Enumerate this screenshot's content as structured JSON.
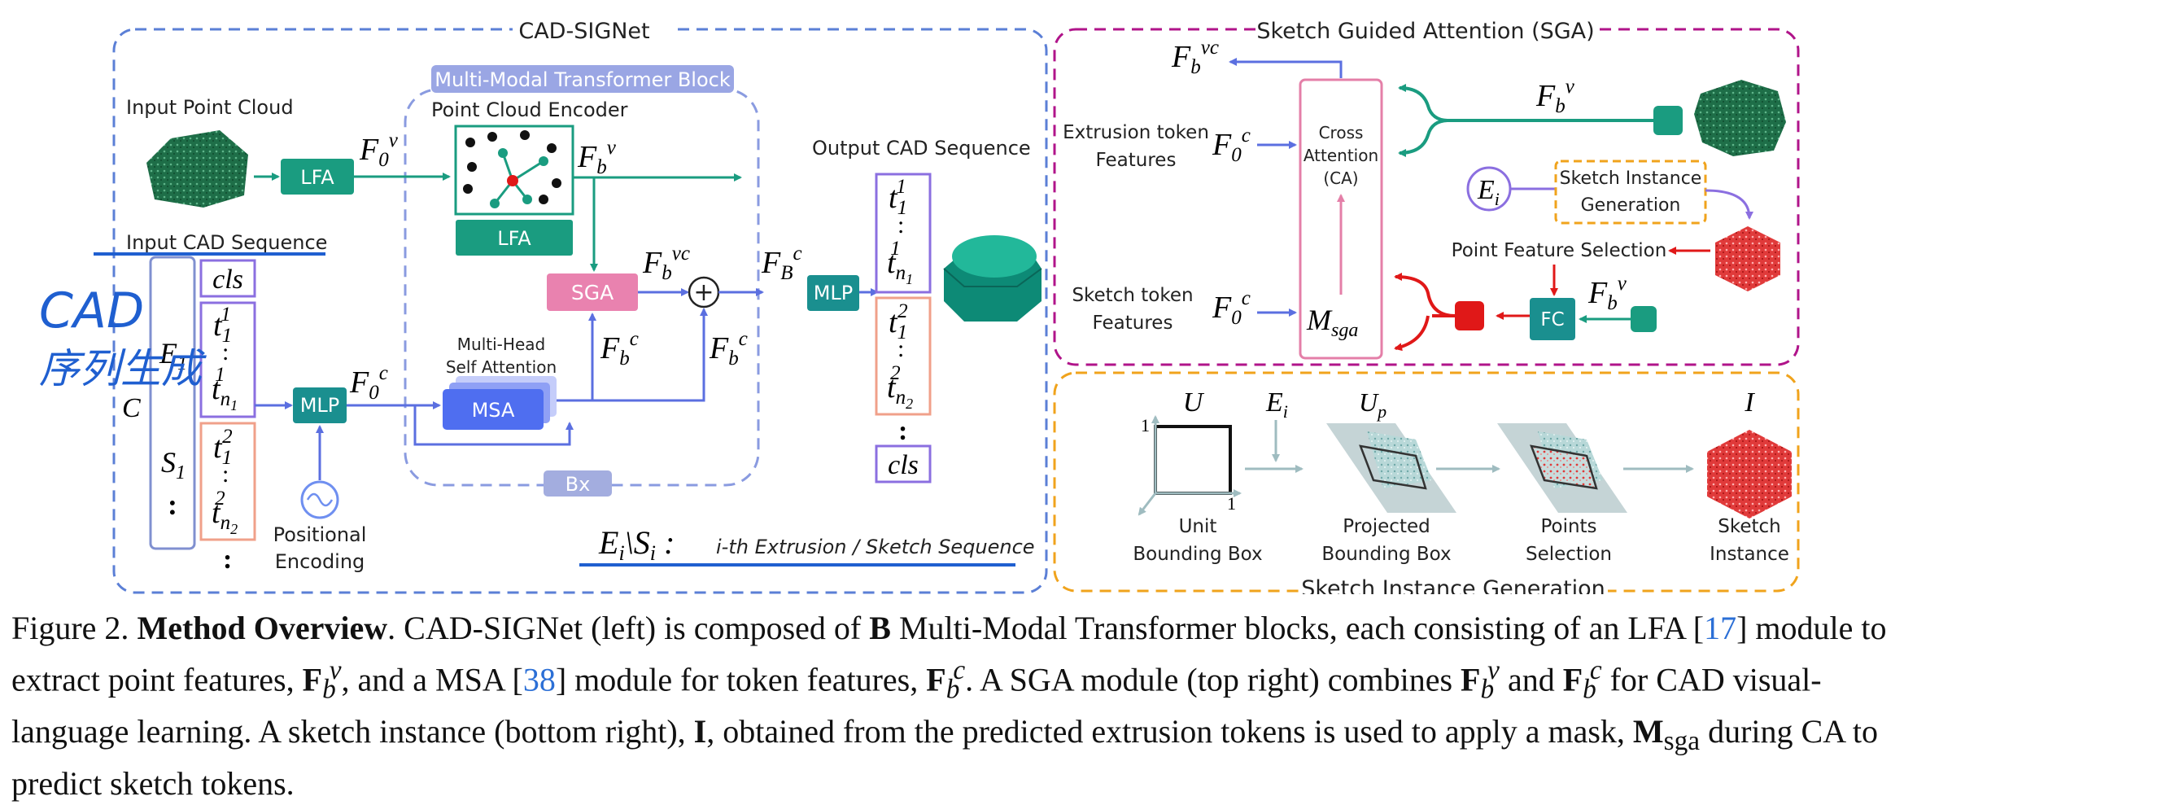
{
  "figure": {
    "panel_cadsignet": "CAD-SIGNet",
    "panel_sga": "Sketch Guided Attention (SGA)",
    "panel_sig": "Sketch Instance Generation",
    "mmtb_label": "Multi-Modal Transformer Block",
    "pce_label": "Point Cloud Encoder",
    "input_pc": "Input Point Cloud",
    "input_cad": "Input CAD Sequence",
    "output_cad": "Output CAD Sequence",
    "lfa": "LFA",
    "sga": "SGA",
    "msa": "MSA",
    "mlp": "MLP",
    "fc": "FC",
    "bx": "Bx",
    "mhsa_line1": "Multi-Head",
    "mhsa_line2": "Self Attention",
    "pos_enc_line1": "Positional",
    "pos_enc_line2": "Encoding",
    "legend_sym": "E_i \\ S_i :",
    "legend_text": "i-th Extrusion / Sketch Sequence",
    "cls": "cls",
    "ca_line1": "Cross",
    "ca_line2": "Attention",
    "ca_line3": "(CA)",
    "extrusion_feat_line1": "Extrusion token",
    "extrusion_feat_line2": "Features",
    "sketch_feat_line1": "Sketch token",
    "sketch_feat_line2": "Features",
    "sig_box_line1": "Sketch Instance",
    "sig_box_line2": "Generation",
    "pfs": "Point Feature Selection",
    "unit_line1": "Unit",
    "unit_line2": "Bounding Box",
    "proj_line1": "Projected",
    "proj_line2": "Bounding Box",
    "points_line1": "Points",
    "points_line2": "Selection",
    "sketch_line1": "Sketch",
    "sketch_line2": "Instance",
    "sym_U": "U",
    "sym_Up": "U",
    "sym_Ei": "E",
    "sym_I": "I",
    "tick_1": "1",
    "handwriting_line1": "CAD",
    "handwriting_line2": "序列生成"
  },
  "caption": {
    "label": "Figure 2.",
    "title": "Method Overview",
    "s1": ". CAD-SIGNet (left) is composed of ",
    "B": "B",
    "s2": " Multi-Modal Transformer blocks, each consisting of an LFA [",
    "ref1": "17",
    "s3": "] module to extract point features, ",
    "s4": ", and a MSA [",
    "ref2": "38",
    "s5": "] module for token features, ",
    "s6": ". A SGA module (top right) combines ",
    "s7": " and ",
    "s8": " for CAD visual-language learning. A sketch instance (bottom right), ",
    "I": "I",
    "s9": ", obtained from the predicted extrusion tokens is used to apply a mask, ",
    "M": "M",
    "Msub": "sga",
    "s10": " during CA to predict sketch tokens."
  },
  "colors": {
    "blue_dash": "#5b7fd6",
    "purple_dash": "#b0148a",
    "orange_dash": "#f0a31c",
    "teal": "#1a9c80",
    "pink": "#e47fa8",
    "msa_blue": "#4f6ef0",
    "red": "#e01818"
  }
}
